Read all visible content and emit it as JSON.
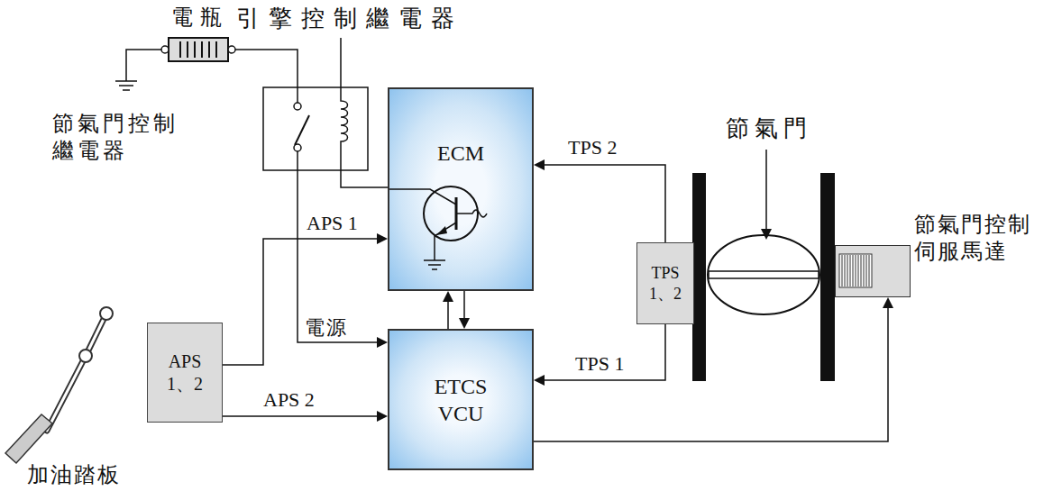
{
  "diagram": {
    "nodes": [
      {
        "text": [
          "ECM"
        ]
      },
      {
        "text": [
          "APS 1、2"
        ]
      },
      {
        "text": [
          "ETCS VCU"
        ]
      },
      {
        "text": [
          "TPS 1、2"
        ]
      },
      {
        "text": [
          "節氣門控制伺服馬達"
        ]
      }
    ],
    "edges": [
      {
        "from": 1,
        "to": 0,
        "arrow": "to",
        "label": "APS 1"
      },
      {
        "from": 1,
        "to": 2,
        "arrow": "to",
        "label": "APS 2"
      },
      {
        "from": 3,
        "to": 0,
        "arrow": "to",
        "label": "TPS 2"
      },
      {
        "from": 3,
        "to": 2,
        "arrow": "to",
        "label": "TPS 1"
      },
      {
        "from": 0,
        "to": 2,
        "arrow": "to"
      },
      {
        "from": 2,
        "to": 0,
        "arrow": "to"
      },
      {
        "from": 2,
        "to": 4,
        "arrow": "to"
      }
    ],
    "labels": [
      "電瓶",
      "引擎控制繼電器",
      "節氣門控制繼電器",
      "電源",
      "節氣門",
      "加油踏板"
    ]
  }
}
